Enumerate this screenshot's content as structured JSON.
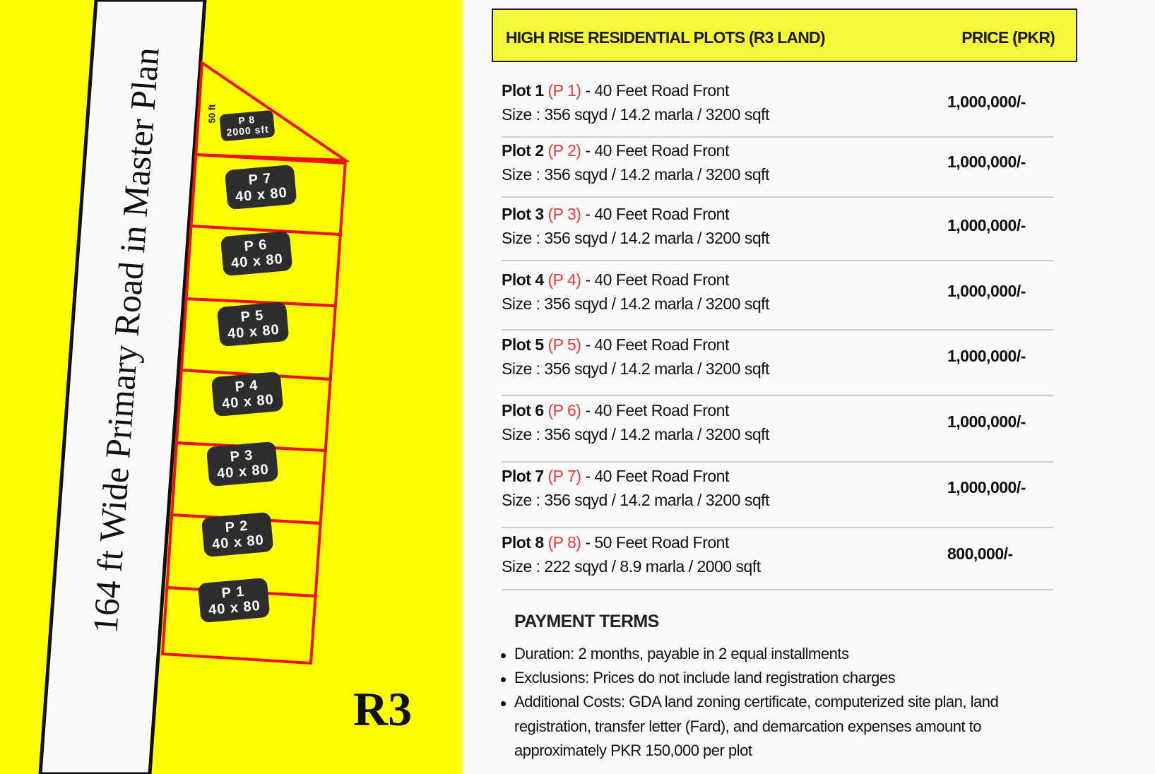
{
  "map": {
    "road_label": "164 ft Wide Primary Road in Master Plan",
    "zone_label": "R3",
    "front_label": "50 ft",
    "badges": [
      {
        "code": "P 8",
        "size": "2000 sft"
      },
      {
        "code": "P 7",
        "size": "40 x 80"
      },
      {
        "code": "P 6",
        "size": "40 x 80"
      },
      {
        "code": "P 5",
        "size": "40 x 80"
      },
      {
        "code": "P 4",
        "size": "40 x 80"
      },
      {
        "code": "P 3",
        "size": "40 x 80"
      },
      {
        "code": "P 2",
        "size": "40 x 80"
      },
      {
        "code": "P 1",
        "size": "40 x 80"
      }
    ],
    "colors": {
      "background": "#ffff00",
      "outline": "#ee1111",
      "badge": "#2d2d2d"
    }
  },
  "table": {
    "title": "HIGH RISE RESIDENTIAL PLOTS (R3 LAND)",
    "price_header": "PRICE (PKR)",
    "rows": [
      {
        "plot": "Plot 1",
        "code": "(P 1)",
        "front": "- 40 Feet Road Front",
        "size": "Size : 356 sqyd / 14.2 marla / 3200 sqft",
        "price": "1,000,000/-"
      },
      {
        "plot": "Plot 2",
        "code": "(P 2)",
        "front": "- 40 Feet Road Front",
        "size": "Size : 356 sqyd / 14.2 marla / 3200 sqft",
        "price": "1,000,000/-"
      },
      {
        "plot": "Plot 3",
        "code": "(P 3)",
        "front": "- 40 Feet Road Front",
        "size": "Size : 356 sqyd / 14.2 marla / 3200 sqft",
        "price": "1,000,000/-"
      },
      {
        "plot": "Plot 4",
        "code": "(P 4)",
        "front": "- 40 Feet Road Front",
        "size": "Size : 356 sqyd / 14.2 marla / 3200 sqft",
        "price": "1,000,000/-"
      },
      {
        "plot": "Plot 5",
        "code": "(P 5)",
        "front": "- 40 Feet Road Front",
        "size": "Size : 356 sqyd / 14.2 marla / 3200 sqft",
        "price": "1,000,000/-"
      },
      {
        "plot": "Plot 6",
        "code": "(P 6)",
        "front": "- 40 Feet Road Front",
        "size": "Size : 356 sqyd / 14.2 marla / 3200 sqft",
        "price": "1,000,000/-"
      },
      {
        "plot": "Plot 7",
        "code": "(P 7)",
        "front": "- 40 Feet Road Front",
        "size": "Size : 356 sqyd / 14.2 marla / 3200 sqft",
        "price": "1,000,000/-"
      },
      {
        "plot": "Plot 8",
        "code": "(P 8)",
        "front": "- 50 Feet Road Front",
        "size": "Size : 222 sqyd / 8.9 marla / 2000 sqft",
        "price": "800,000/-"
      }
    ]
  },
  "payment": {
    "title": "PAYMENT TERMS",
    "lines": [
      "Duration: 2 months, payable in 2 equal installments",
      "Exclusions: Prices do not include land registration charges",
      "Additional Costs: GDA land zoning certificate, computerized site plan, land",
      "registration, transfer letter (Fard), and demarcation expenses amount to",
      "approximately PKR 150,000 per plot"
    ]
  }
}
